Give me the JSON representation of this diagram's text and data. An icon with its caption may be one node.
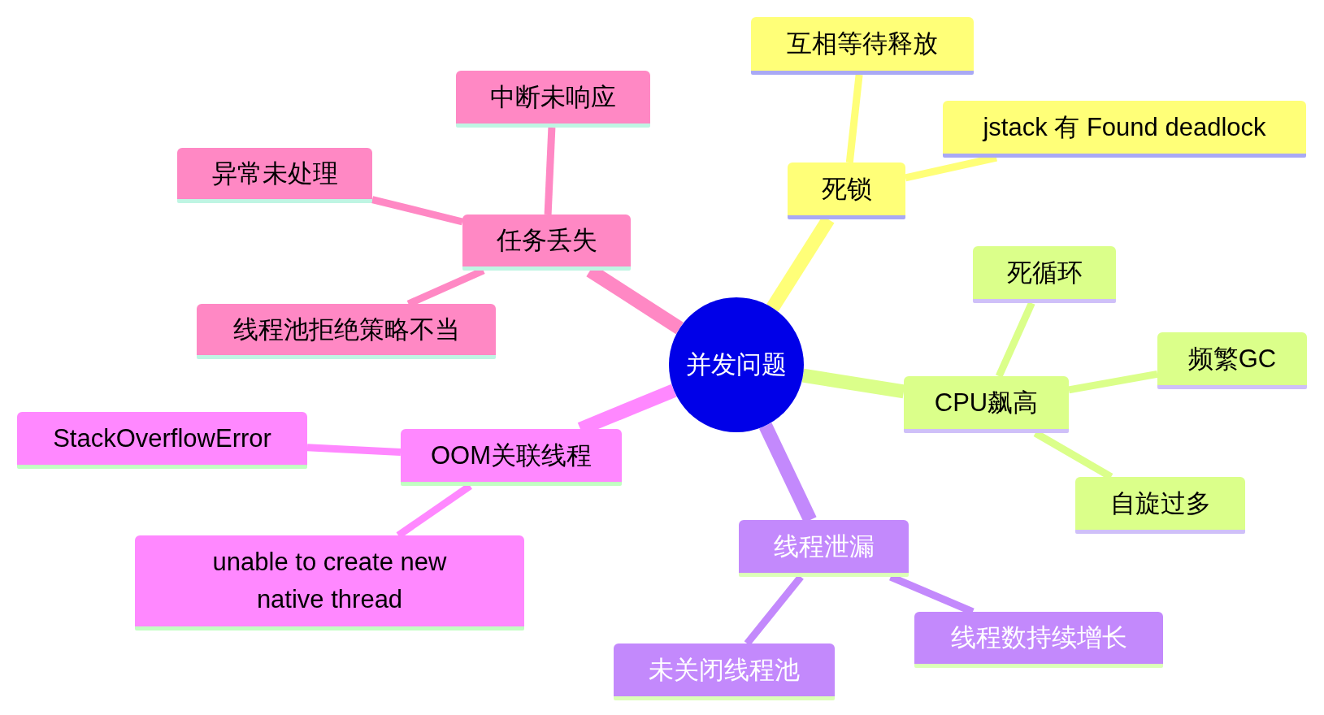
{
  "diagram": {
    "nodes": [
      {
        "text": [
          "并发问题"
        ]
      },
      {
        "text": [
          "任务丢失"
        ]
      },
      {
        "text": [
          "中断未响应"
        ]
      },
      {
        "text": [
          "异常未处理"
        ]
      },
      {
        "text": [
          "线程池拒绝策略不当"
        ]
      },
      {
        "text": [
          "死锁"
        ]
      },
      {
        "text": [
          "互相等待释放"
        ]
      },
      {
        "text": [
          "jstack 有 Found deadlock"
        ]
      },
      {
        "text": [
          "CPU飙高"
        ]
      },
      {
        "text": [
          "死循环"
        ]
      },
      {
        "text": [
          "频繁GC"
        ]
      },
      {
        "text": [
          "自旋过多"
        ]
      },
      {
        "text": [
          "线程泄漏"
        ]
      },
      {
        "text": [
          "未关闭线程池"
        ]
      },
      {
        "text": [
          "线程数持续增长"
        ]
      },
      {
        "text": [
          "OOM关联线程"
        ]
      },
      {
        "text": [
          "StackOverflowError"
        ]
      },
      {
        "text": [
          "unable to create new native thread"
        ]
      }
    ],
    "edges": [
      {
        "from": 0,
        "to": 1,
        "arrow": "none",
        "style": "thick",
        "color": "#ff88c4"
      },
      {
        "from": 1,
        "to": 2,
        "arrow": "none",
        "color": "#ff88c4"
      },
      {
        "from": 1,
        "to": 3,
        "arrow": "none",
        "color": "#ff88c4"
      },
      {
        "from": 1,
        "to": 4,
        "arrow": "none",
        "color": "#ff88c4"
      },
      {
        "from": 0,
        "to": 5,
        "arrow": "none",
        "style": "thick",
        "color": "#ffff78"
      },
      {
        "from": 5,
        "to": 6,
        "arrow": "none",
        "color": "#ffff78"
      },
      {
        "from": 5,
        "to": 7,
        "arrow": "none",
        "color": "#ffff78"
      },
      {
        "from": 0,
        "to": 8,
        "arrow": "none",
        "style": "thick",
        "color": "#dbff8a"
      },
      {
        "from": 8,
        "to": 9,
        "arrow": "none",
        "color": "#dbff8a"
      },
      {
        "from": 8,
        "to": 10,
        "arrow": "none",
        "color": "#dbff8a"
      },
      {
        "from": 8,
        "to": 11,
        "arrow": "none",
        "color": "#dbff8a"
      },
      {
        "from": 0,
        "to": 12,
        "arrow": "none",
        "style": "thick",
        "color": "#c389fc"
      },
      {
        "from": 12,
        "to": 13,
        "arrow": "none",
        "color": "#c389fc"
      },
      {
        "from": 12,
        "to": 14,
        "arrow": "none",
        "color": "#c389fc"
      },
      {
        "from": 0,
        "to": 15,
        "arrow": "none",
        "style": "thick",
        "color": "#ff88ff"
      },
      {
        "from": 15,
        "to": 16,
        "arrow": "none",
        "color": "#ff88ff"
      },
      {
        "from": 15,
        "to": 17,
        "arrow": "none",
        "color": "#ff88ff"
      }
    ]
  }
}
